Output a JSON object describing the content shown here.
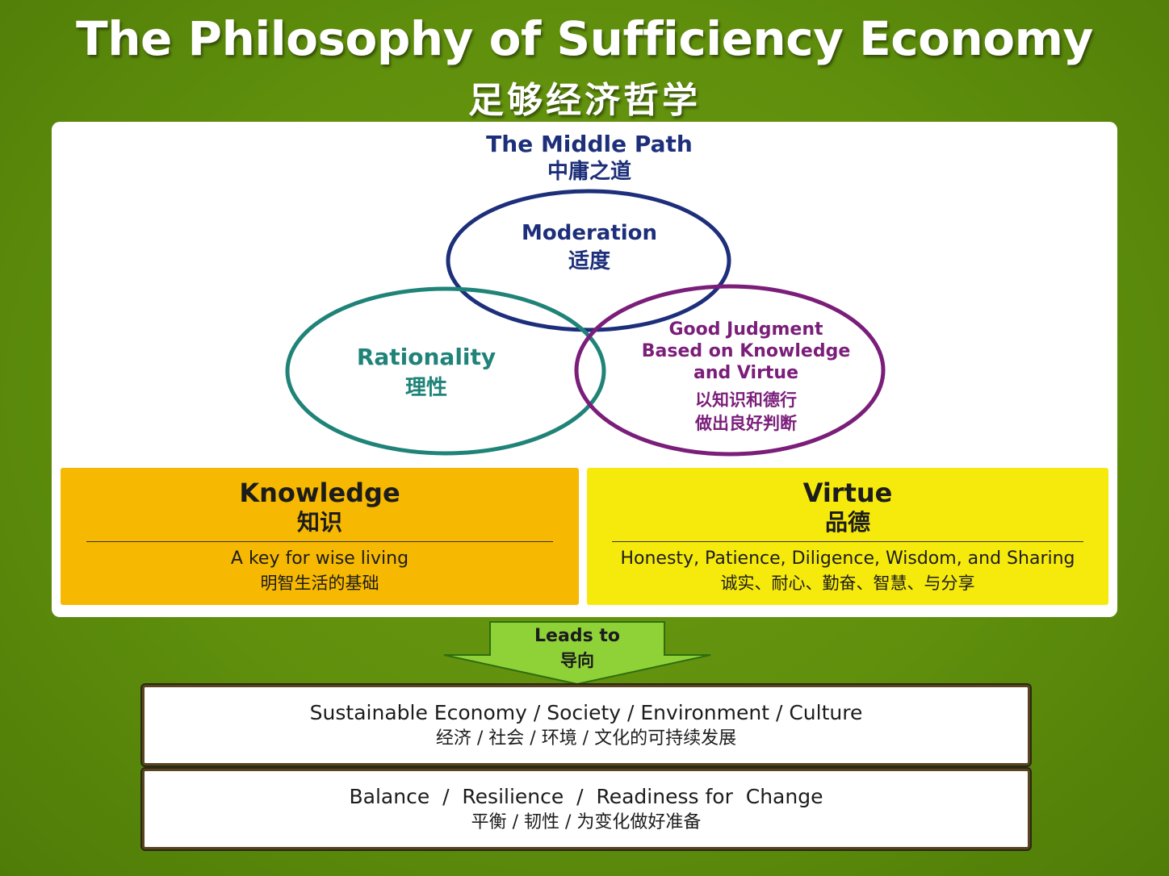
{
  "header": {
    "title_en": "The Philosophy of Sufficiency Economy",
    "title_zh": "足够经济哲学"
  },
  "middle_path": {
    "en": "The Middle Path",
    "zh": "中庸之道"
  },
  "circles": {
    "moderation": {
      "en": "Moderation",
      "zh": "适度",
      "color": "#1d2f7a"
    },
    "rationality": {
      "en": "Rationality",
      "zh": "理性",
      "color": "#1f8378"
    },
    "judgment": {
      "en_line1": "Good Judgment",
      "en_line2": "Based on Knowledge",
      "en_line3": "and Virtue",
      "zh_line1": "以知识和德行",
      "zh_line2": "做出良好判断",
      "color": "#7a1e7a"
    }
  },
  "knowledge": {
    "title_en": "Knowledge",
    "title_zh": "知识",
    "desc_en": "A key for wise living",
    "desc_zh": "明智生活的基础",
    "color": "#f6b800"
  },
  "virtue": {
    "title_en": "Virtue",
    "title_zh": "品德",
    "desc_en": "Honesty, Patience, Diligence, Wisdom, and Sharing",
    "desc_zh": "诚实、耐心、勤奋、智慧、与分享",
    "color": "#f6ea0c"
  },
  "arrow": {
    "en": "Leads to",
    "zh": "导向",
    "color": "#8fd238"
  },
  "outcomes": [
    {
      "en": "Sustainable Economy / Society / Environment / Culture",
      "zh": "经济 / 社会 / 环境 / 文化的可持续发展"
    },
    {
      "en": "Balance  /  Resilience  /  Readiness for  Change",
      "zh": "平衡 / 韧性 / 为变化做好准备"
    }
  ]
}
